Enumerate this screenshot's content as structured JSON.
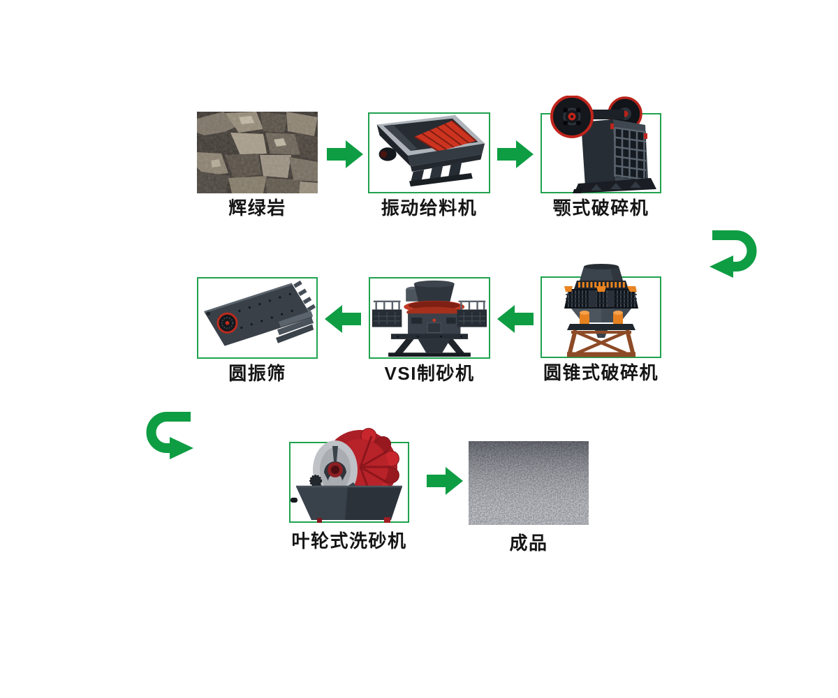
{
  "colors": {
    "background": "#ffffff",
    "arrow_green": "#0e9d43",
    "box_border_green": "#1fa24e",
    "label_color": "#151515"
  },
  "nodes": [
    {
      "id": "diabase",
      "label": "辉绿岩",
      "boxed": false
    },
    {
      "id": "vibrating-feeder",
      "label": "振动给料机",
      "boxed": true
    },
    {
      "id": "jaw-crusher",
      "label": "颚式破碎机",
      "boxed": true
    },
    {
      "id": "circular-vibrating-screen",
      "label": "圆振筛",
      "boxed": true
    },
    {
      "id": "vsi-sand-maker",
      "label": "VSI制砂机",
      "boxed": true
    },
    {
      "id": "cone-crusher",
      "label": "圆锥式破碎机",
      "boxed": true
    },
    {
      "id": "sand-washer",
      "label": "叶轮式洗砂机",
      "boxed": true
    },
    {
      "id": "finished-product",
      "label": "成品",
      "boxed": false
    }
  ],
  "arrows": [
    {
      "id": "arrow-1",
      "style": "straight",
      "direction": "right",
      "from": "diabase",
      "to": "vibrating-feeder"
    },
    {
      "id": "arrow-2",
      "style": "straight",
      "direction": "right",
      "from": "vibrating-feeder",
      "to": "jaw-crusher"
    },
    {
      "id": "arrow-3",
      "style": "u-turn",
      "direction": "row1-to-row2",
      "from": "jaw-crusher",
      "to": "cone-crusher"
    },
    {
      "id": "arrow-4",
      "style": "straight",
      "direction": "left",
      "from": "cone-crusher",
      "to": "vsi-sand-maker"
    },
    {
      "id": "arrow-5",
      "style": "straight",
      "direction": "left",
      "from": "vsi-sand-maker",
      "to": "circular-vibrating-screen"
    },
    {
      "id": "arrow-6",
      "style": "u-turn",
      "direction": "row2-to-row3",
      "from": "circular-vibrating-screen",
      "to": "sand-washer"
    },
    {
      "id": "arrow-7",
      "style": "straight",
      "direction": "right",
      "from": "sand-washer",
      "to": "finished-product"
    }
  ]
}
